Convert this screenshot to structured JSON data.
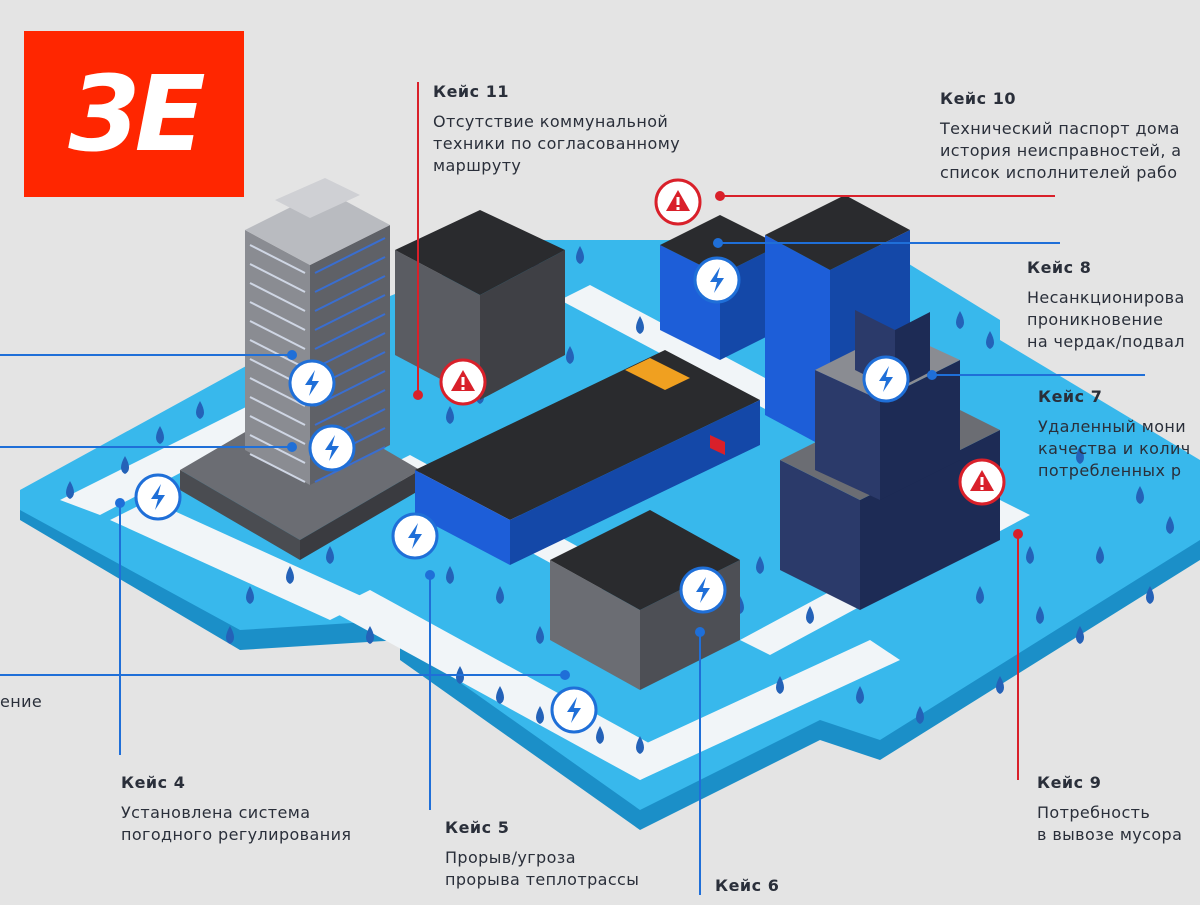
{
  "logo": {
    "text": "3E",
    "color": "#ff2600"
  },
  "colors": {
    "blue_line": "#1f6fd8",
    "red_line": "#d9202a",
    "water": "#38b8ec",
    "water_side": "#1b8fc8",
    "road": "#f1f5f8",
    "tree": "#2462b8",
    "building_dark": "#4d4f55",
    "building_roof": "#2a2b2e",
    "glass": "#1d5ed8"
  },
  "callouts": {
    "case11": {
      "title": "Кейс 11",
      "lines": [
        "Отсутствие коммунальной",
        "техники по согласованному",
        "маршруту"
      ]
    },
    "case10": {
      "title": "Кейс 10",
      "lines": [
        "Технический паспорт дома",
        "история неисправностей, а",
        "список исполнителей рабо"
      ]
    },
    "case8": {
      "title": "Кейс 8",
      "lines": [
        "Несанкционирова",
        "проникновение",
        "на чердак/подвал"
      ]
    },
    "case7": {
      "title": "Кейс 7",
      "lines": [
        "Удаленный мони",
        "качества и колич",
        "потребленных р"
      ]
    },
    "case9": {
      "title": "Кейс 9",
      "lines": [
        "Потребность",
        "в вывозе мусора"
      ]
    },
    "case4": {
      "title": "Кейс 4",
      "lines": [
        "Установлена система",
        "погодного регулирования"
      ]
    },
    "case5": {
      "title": "Кейс 5",
      "lines": [
        "Прорыв/угроза",
        "прорыва теплотрассы"
      ]
    },
    "case6": {
      "title": "Кейс 6",
      "lines": []
    },
    "left_partial": {
      "title": "",
      "lines": [
        "ение"
      ]
    }
  }
}
